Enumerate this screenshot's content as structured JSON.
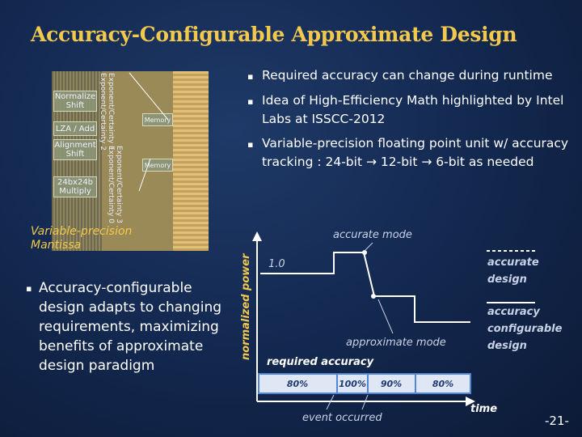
{
  "slide": {
    "title": "Accuracy-Configurable Approximate Design",
    "page_number": "-21-"
  },
  "die_photo": {
    "caption_line1": "Variable-precision",
    "caption_line2": "Mantissa",
    "blocks": [
      "Normalize Shift",
      "LZA / Add",
      "Alignment Shift",
      "24bx24b Multiply"
    ],
    "vertical_labels": [
      "Exponent/Certainty 1",
      "Exponent/Certainty 2",
      "Exponent/Certainty 3",
      "Exponent/Certainty 0"
    ],
    "right_labels": [
      "Memory",
      "Memory"
    ]
  },
  "bullets_right": [
    "Required accuracy can change during runtime",
    "Idea of High-Efficiency Math highlighted by Intel Labs at ISSCC-2012",
    "Variable-precision floating point unit w/ accuracy tracking : 24-bit → 12-bit → 6-bit  as needed"
  ],
  "bullet_left": "Accuracy-configurable design adapts to changing requirements, maximizing benefits of approximate design paradigm",
  "diagram": {
    "y_axis_label": "normalized power",
    "y_tick": "1.0",
    "x_axis_label": "time",
    "accurate_mode_label": "accurate mode",
    "approximate_mode_label": "approximate mode",
    "required_accuracy_label": "required accuracy",
    "event_label": "event occurred",
    "accuracy_segments": [
      "80%",
      "100%",
      "90%",
      "80%"
    ],
    "legend": [
      {
        "style": "dashed",
        "label_line1": "accurate",
        "label_line2": "design"
      },
      {
        "style": "solid",
        "label_line1": "accuracy",
        "label_line2": "configurable",
        "label_line3": "design"
      }
    ],
    "colors": {
      "accent_yellow": "#f2c94c",
      "diagram_text": "#c8d2e6",
      "bar_fill": "#dfe7f5",
      "bar_border": "#4f86d6"
    }
  }
}
